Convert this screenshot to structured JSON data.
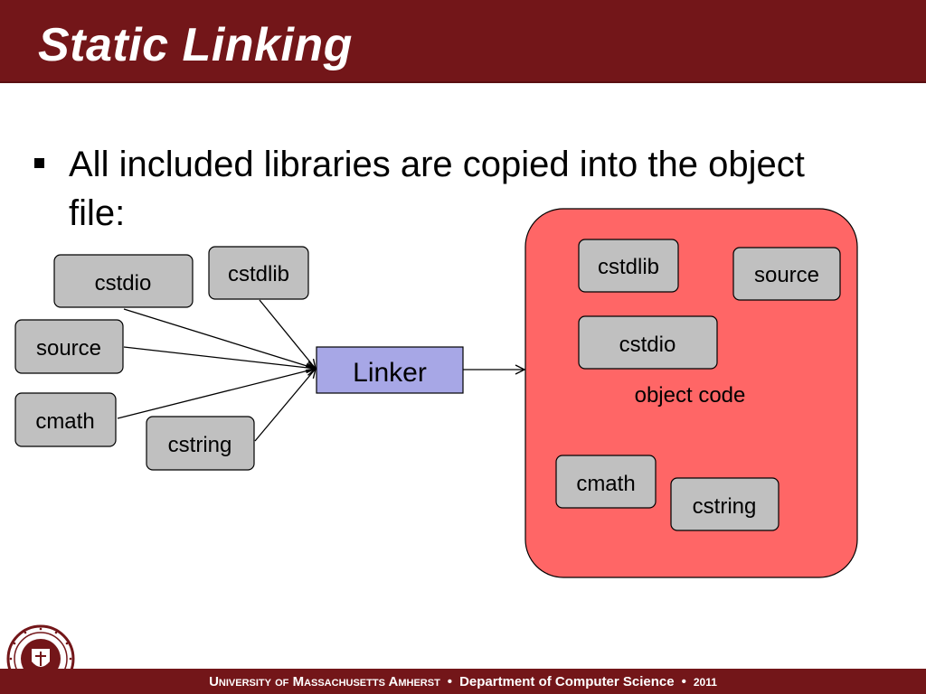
{
  "slide": {
    "title": "Static Linking",
    "bullet": "All included libraries are copied into the object file:"
  },
  "diagram": {
    "inputs": [
      {
        "id": "cstdio",
        "label": "cstdio"
      },
      {
        "id": "cstdlib",
        "label": "cstdlib"
      },
      {
        "id": "source",
        "label": "source"
      },
      {
        "id": "cmath",
        "label": "cmath"
      },
      {
        "id": "cstring",
        "label": "cstring"
      }
    ],
    "linker": {
      "label": "Linker"
    },
    "output": {
      "label": "object code",
      "contents": [
        {
          "id": "cstdlib",
          "label": "cstdlib"
        },
        {
          "id": "source",
          "label": "source"
        },
        {
          "id": "cstdio",
          "label": "cstdio"
        },
        {
          "id": "cmath",
          "label": "cmath"
        },
        {
          "id": "cstring",
          "label": "cstring"
        }
      ]
    },
    "edges": [
      {
        "from": "cstdio",
        "to": "linker"
      },
      {
        "from": "cstdlib",
        "to": "linker"
      },
      {
        "from": "source",
        "to": "linker"
      },
      {
        "from": "cmath",
        "to": "linker"
      },
      {
        "from": "cstring",
        "to": "linker"
      },
      {
        "from": "linker",
        "to": "object-code"
      }
    ]
  },
  "footer": {
    "university": "University of Massachusetts Amherst",
    "separator": "•",
    "department": "Department of Computer Science",
    "year": "2011"
  },
  "colors": {
    "brand": "#731619",
    "box_fill": "#c0c0c0",
    "linker_fill": "#a7a7e6",
    "output_fill": "#ff6666"
  },
  "icons": {
    "seal": "university-seal-icon",
    "bullet": "square-bullet-icon"
  }
}
